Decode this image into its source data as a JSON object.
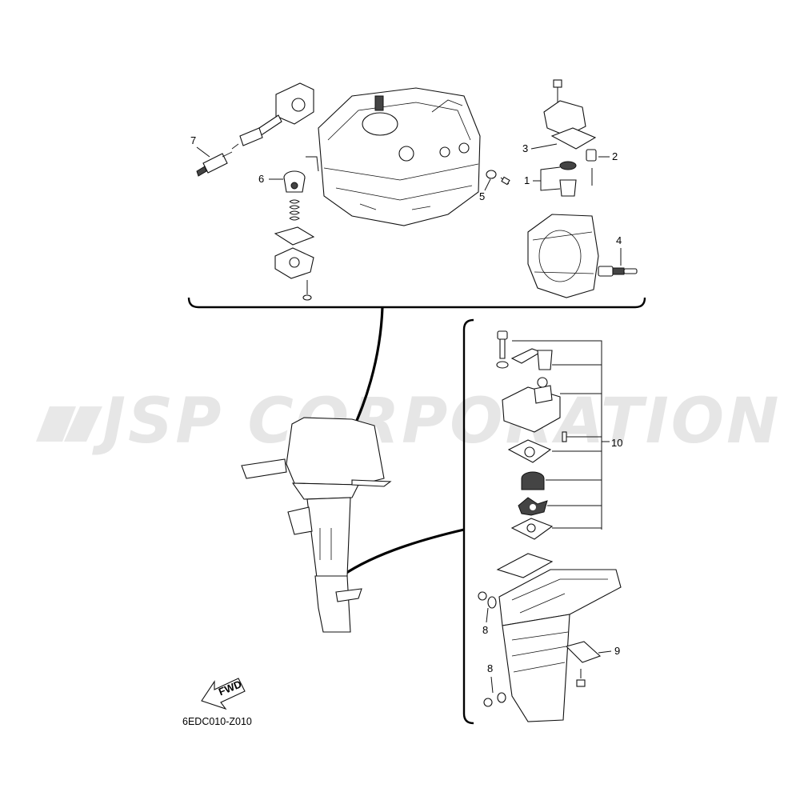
{
  "watermark": "JSP CORPORATION",
  "diagram_code": "6EDC010-Z010",
  "fwd_label": "FWD",
  "callouts": {
    "c1": "1",
    "c2": "2",
    "c3": "3",
    "c4": "4",
    "c5": "5",
    "c6": "6",
    "c7": "7",
    "c8a": "8",
    "c8b": "8",
    "c9": "9",
    "c10": "10"
  }
}
